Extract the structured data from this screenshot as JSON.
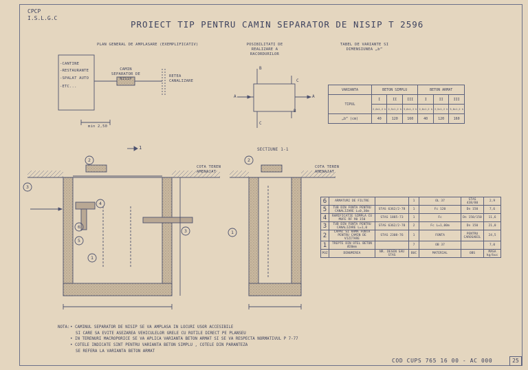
{
  "header": {
    "org_line1": "CPCP",
    "org_line2": "I.S.L.G.C",
    "title": "PROIECT TIP PENTRU CAMIN SEPARATOR DE NISIP T 2596"
  },
  "plan": {
    "heading": "PLAN GENERAL DE AMPLASARE (EXEMPLIFICATIV)",
    "sources": [
      "-CANTINE",
      "-RESTAURANTE",
      "-SPALAT AUTO",
      "-ETC..."
    ],
    "separator_label": "CAMIN SEPARATOR DE NISIP",
    "network_label": "RETEA CANALIZARE",
    "dim_label": "min 2,50"
  },
  "connections": {
    "heading": "POSIBILITATI DE REALIZARE A RACORDURILOR",
    "letters": [
      "A",
      "A",
      "B",
      "B",
      "C",
      "C"
    ]
  },
  "variants_table": {
    "heading": "TABEL DE VARIANTE SI DIMENSIUNEA „b”",
    "col_variant": "VARIANTA",
    "group1": "BETON SIMPLU",
    "group2": "BETON ARMAT",
    "row_type": "TIPUL",
    "types": [
      "I",
      "II",
      "III",
      "I",
      "II",
      "III"
    ],
    "sizes": [
      "2,0×1,2 h",
      "2,5×1,2 h",
      "3,0×1,2 h",
      "2,0×1,2 h",
      "2,5×1,2 h",
      "3,0×1,2 h"
    ],
    "row_b": "„b” (cm)",
    "b_values": [
      "40",
      "120",
      "160",
      "40",
      "120",
      "160"
    ]
  },
  "section": {
    "cut_mark": "1",
    "heading": "SECTIUNE 1-1",
    "terrain_label": "COTA TEREN AMENAJAT",
    "callouts": [
      "1",
      "2",
      "3",
      "3",
      "4",
      "5",
      "6"
    ]
  },
  "legend_table": {
    "rows": [
      {
        "pos": "6",
        "name": "ARMATURI DE FILTRE",
        "std": "",
        "qty": "1",
        "material": "OL 37",
        "unit": "STAS 438/80",
        "mass": "2,9"
      },
      {
        "pos": "5",
        "name": "TUB DIN FONTA PENTRU CANALIZARE L=0,30m",
        "std": "STAS 6362/2-78",
        "qty": "1",
        "material": "Fc 120",
        "unit": "Dn 150",
        "mass": "7,6"
      },
      {
        "pos": "4",
        "name": "RAMIFICATIE SIMPLA CU MUFE RF 90 150",
        "std": "STAS 1885-73",
        "qty": "1",
        "material": "Fc",
        "unit": "Dn 150/150",
        "mass": "11,6"
      },
      {
        "pos": "3",
        "name": "TUB DIN FONTA PENTRU CANALIZARE L=1,0",
        "std": "STAS 6362/2-78",
        "qty": "2",
        "material": "Fc L=1,00m",
        "unit": "Dn 150",
        "mass": "21,0"
      },
      {
        "pos": "2",
        "name": "CAPAC SI RAMA FONTA PENTRU CAMIN DE VIZITARE",
        "std": "STAS 2308-76",
        "qty": "1",
        "material": "FONTA",
        "unit": "PENTRU CAROSABIL",
        "mass": "24,5"
      },
      {
        "pos": "1",
        "name": "TREPTE DIN OTEL BETON Ø20mm",
        "std": "",
        "qty": "7",
        "material": "OB 37",
        "unit": "",
        "mass": "7,0"
      }
    ],
    "head_pos": "POZ",
    "head_name": "DENUMIREA",
    "head_std": "NR. DESEN SAU STAS",
    "head_qty": "BUC",
    "head_material": "MATERIAL",
    "head_unit": "OBS",
    "head_mass": "MASA kg/buc"
  },
  "notes": {
    "label": "NOTA:",
    "items": [
      "CAMINUL SEPARATOR DE NISIP SE VA AMPLASA IN LOCURI USOR ACCESIBILE",
      "SI CARE SA EVITE ASEZAREA VEHICULELOR GRELE CU ROTILE DIRECT PE PLANSEU",
      "IN TERENURI MACROPORICE SE VA APLICA VARIANTA BETON ARMAT SI SE VA RESPECTA NORMATIVUL P 7-77",
      "COTELE INDICATE SINT PENTRU VARIANTA BETON SIMPLU , COTELE DIN PARANTEZA",
      "SE REFERA LA VARIANTA BETON ARMAT"
    ]
  },
  "footer": {
    "code": "COD CUPS 765 16 00 - AC 000",
    "sheet_number": "25"
  },
  "colors": {
    "paper": "#e4d6bf",
    "ink": "#3d425e",
    "concrete": "#b9a894"
  }
}
